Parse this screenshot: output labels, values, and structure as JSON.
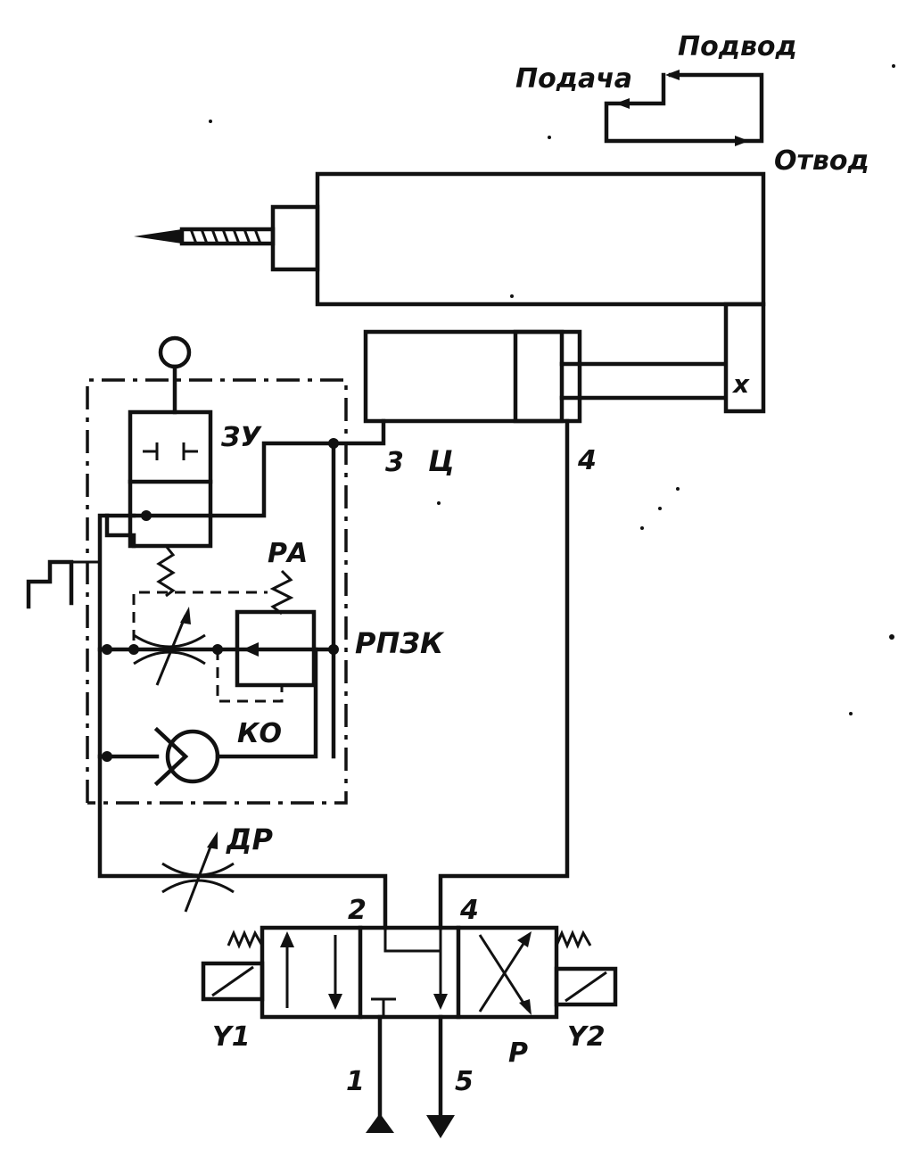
{
  "labels": {
    "podacha": "Подача",
    "podvod": "Подвод",
    "otvod": "Отвод",
    "zu": "ЗУ",
    "num3": "3",
    "ts": "Ц",
    "num4_top": "4",
    "ra": "РА",
    "rpzk": "РПЗК",
    "ko": "КО",
    "dr": "ДР",
    "num2": "2",
    "num4_valve": "4",
    "y1": "Y1",
    "y2": "Y2",
    "num1": "1",
    "num5": "5",
    "p": "Р",
    "x_mark": "x"
  }
}
